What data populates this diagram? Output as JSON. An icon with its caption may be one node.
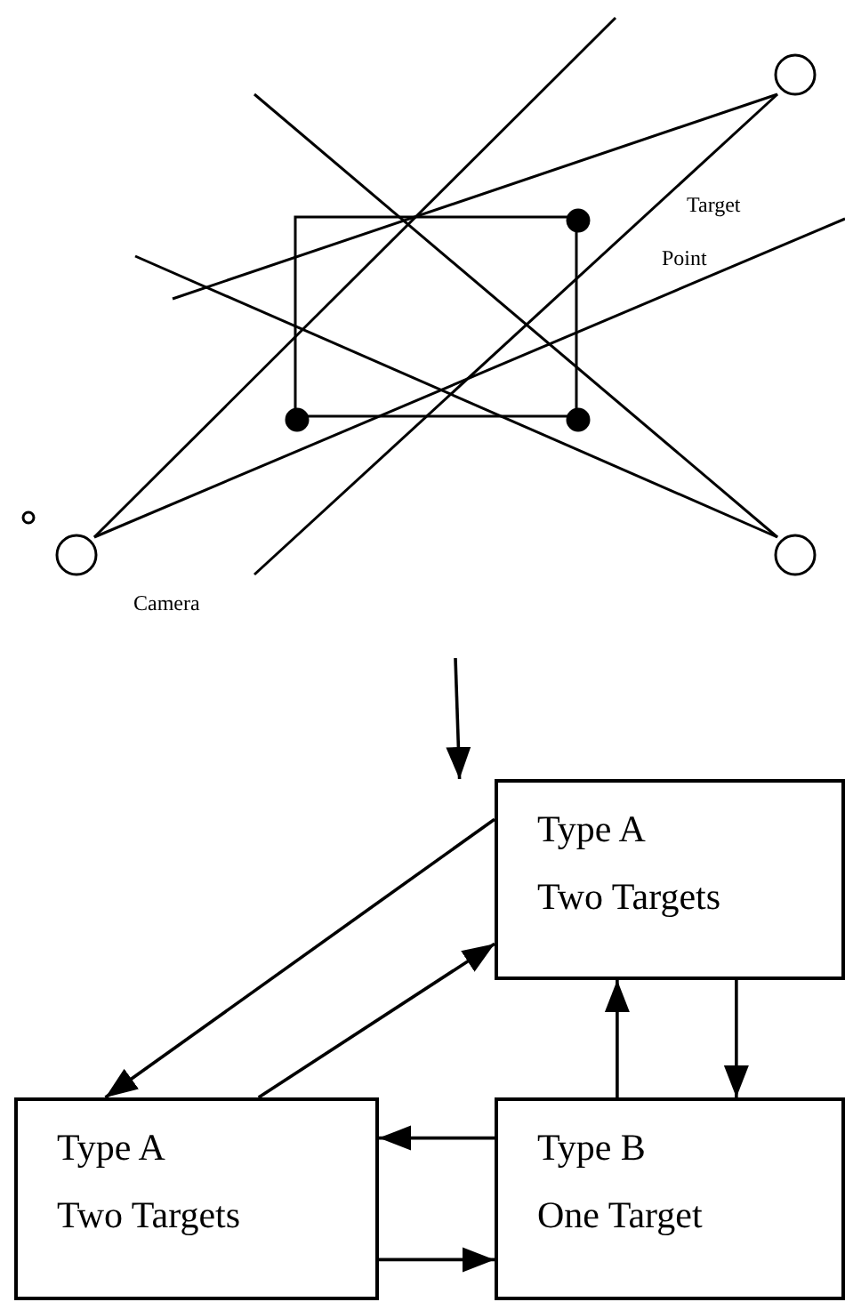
{
  "diagram": {
    "nodes": [
      {
        "text": [
          "Type A",
          "Two Targets"
        ]
      },
      {
        "text": [
          "Type A",
          "Two Targets"
        ]
      },
      {
        "text": [
          "Type B",
          "One Target"
        ]
      }
    ],
    "edges": [
      {
        "from": null,
        "to": 0,
        "arrow": "to"
      },
      {
        "from": 0,
        "to": 1,
        "arrow": "to"
      },
      {
        "from": 1,
        "to": 0,
        "arrow": "to"
      },
      {
        "from": 2,
        "to": 0,
        "arrow": "to"
      },
      {
        "from": 0,
        "to": 2,
        "arrow": "to"
      },
      {
        "from": 2,
        "to": 1,
        "arrow": "to"
      },
      {
        "from": 1,
        "to": 2,
        "arrow": "to"
      }
    ],
    "labels": [
      "Target",
      "Point",
      "Camera"
    ]
  }
}
